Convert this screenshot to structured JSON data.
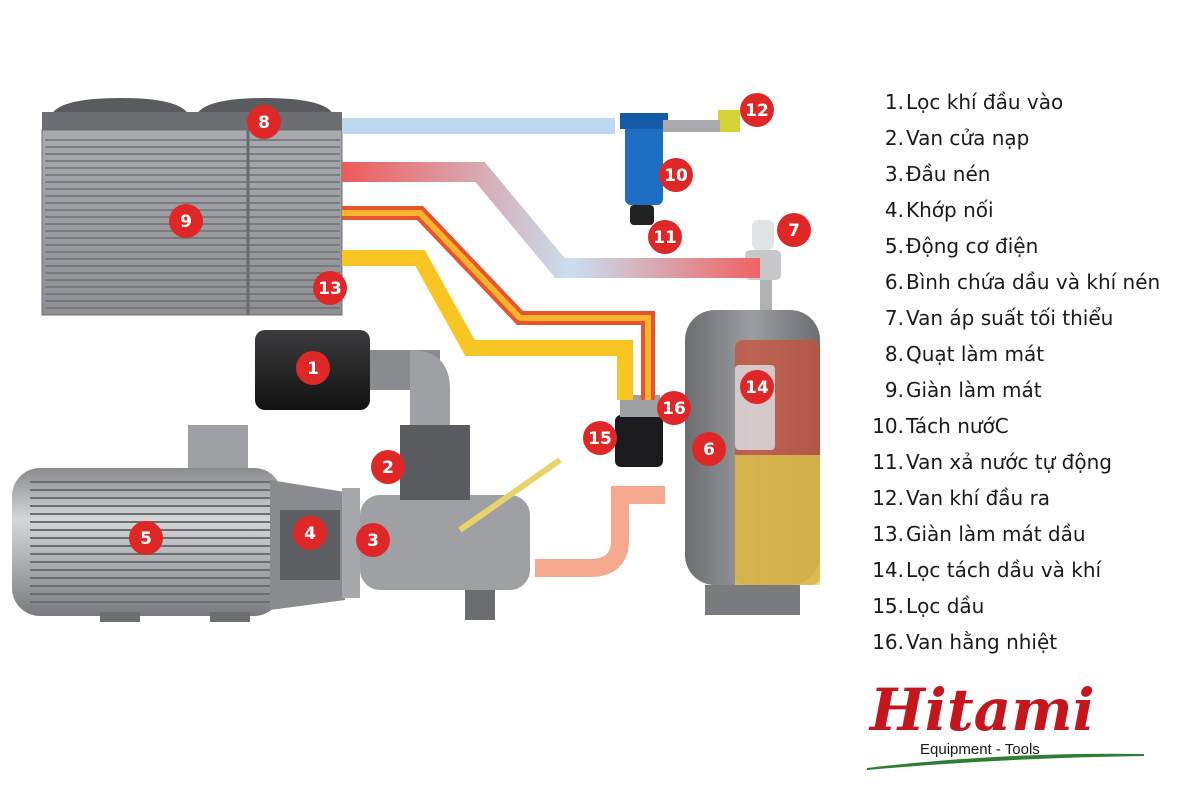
{
  "callouts": [
    {
      "n": "1"
    },
    {
      "n": "2"
    },
    {
      "n": "3"
    },
    {
      "n": "4"
    },
    {
      "n": "5"
    },
    {
      "n": "6"
    },
    {
      "n": "7"
    },
    {
      "n": "8"
    },
    {
      "n": "9"
    },
    {
      "n": "10"
    },
    {
      "n": "11"
    },
    {
      "n": "12"
    },
    {
      "n": "13"
    },
    {
      "n": "14"
    },
    {
      "n": "15"
    },
    {
      "n": "16"
    }
  ],
  "legend": [
    {
      "num": "1.",
      "label": "Lọc khí đầu vào"
    },
    {
      "num": "2.",
      "label": "Van cửa nạp"
    },
    {
      "num": "3.",
      "label": "Đầu nén"
    },
    {
      "num": "4.",
      "label": "Khớp nối"
    },
    {
      "num": "5.",
      "label": "Động cơ điện"
    },
    {
      "num": "6.",
      "label": "Bình chứa dầu và khí nén"
    },
    {
      "num": "7.",
      "label": "Van áp suất tối thiểu"
    },
    {
      "num": "8.",
      "label": "Quạt làm mát"
    },
    {
      "num": "9.",
      "label": "Giàn làm mát"
    },
    {
      "num": "10.",
      "label": "Tách nướC"
    },
    {
      "num": "11.",
      "label": "Van xả nước tự động"
    },
    {
      "num": "12.",
      "label": "Van khí đầu ra"
    },
    {
      "num": "13.",
      "label": "Giàn làm mát dầu"
    },
    {
      "num": "14.",
      "label": "Lọc tách dầu và khí"
    },
    {
      "num": "15.",
      "label": "Lọc dầu"
    },
    {
      "num": "16.",
      "label": "Van hằng nhiệt"
    }
  ],
  "brand": {
    "name": "Hitami",
    "tagline": "Equipment - Tools"
  },
  "colors": {
    "callout": "#e02727",
    "brand_red": "#c4161c",
    "brand_green": "#2e7d32",
    "hot_flow": "#e53935",
    "cold_flow": "#9fcbe8",
    "oil_flow": "#f9c523"
  }
}
